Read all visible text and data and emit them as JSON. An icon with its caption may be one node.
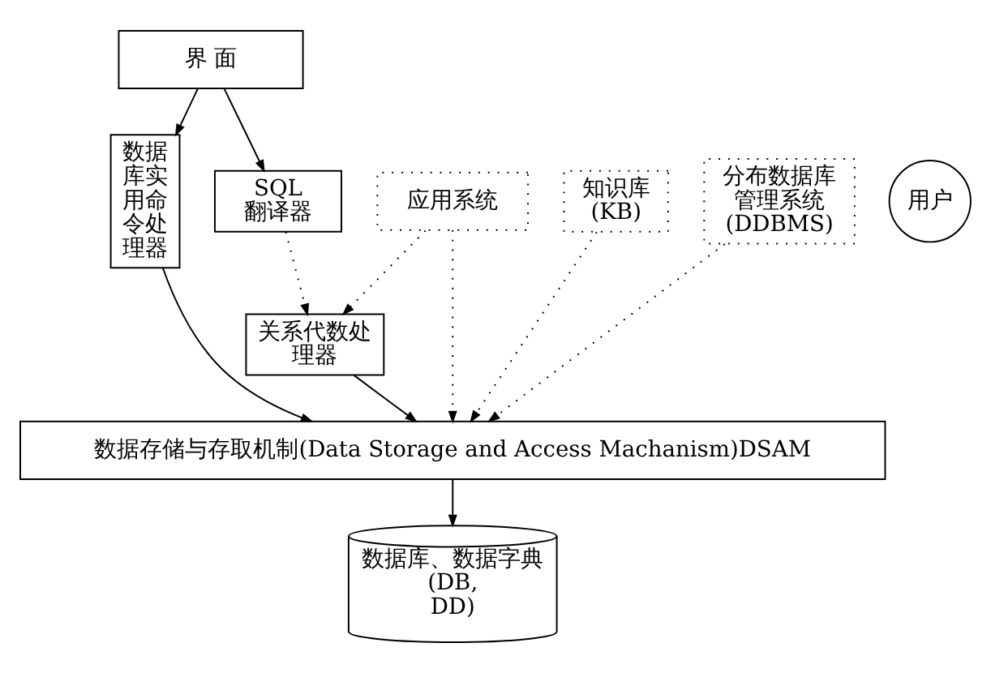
{
  "diagram": {
    "nodes": [
      {
        "text": [
          "界 面"
        ]
      },
      {
        "text": [
          "数据库实用命令处理器"
        ]
      },
      {
        "text": [
          "SQL 翻译器"
        ]
      },
      {
        "text": [
          "关系代数处理器"
        ]
      },
      {
        "text": [
          "知识库 (KB)"
        ]
      },
      {
        "text": [
          "分布数据库管理系统 (DDBMS)"
        ]
      },
      {
        "text": [
          "应用系统"
        ]
      },
      {
        "text": [
          "用户"
        ]
      },
      {
        "text": [
          "数据存储与存取机制(Data Storage and Access Machanism)DSAM"
        ]
      },
      {
        "text": [
          "数据库、数据字典 (DB, DD)"
        ]
      }
    ],
    "edges": [
      {
        "from": 0,
        "to": 1,
        "arrow": "to"
      },
      {
        "from": 0,
        "to": 2,
        "arrow": "to"
      },
      {
        "from": 2,
        "to": 3,
        "arrow": "to",
        "style": "dashed"
      },
      {
        "from": 6,
        "to": 3,
        "arrow": "to",
        "style": "dashed"
      },
      {
        "from": 1,
        "to": 8,
        "arrow": "to"
      },
      {
        "from": 3,
        "to": 8,
        "arrow": "to"
      },
      {
        "from": 4,
        "to": 8,
        "arrow": "to",
        "style": "dashed"
      },
      {
        "from": 5,
        "to": 8,
        "arrow": "to",
        "style": "dashed"
      },
      {
        "from": 6,
        "to": 8,
        "arrow": "to",
        "style": "dashed"
      },
      {
        "from": 8,
        "to": 9,
        "arrow": "to"
      }
    ]
  }
}
